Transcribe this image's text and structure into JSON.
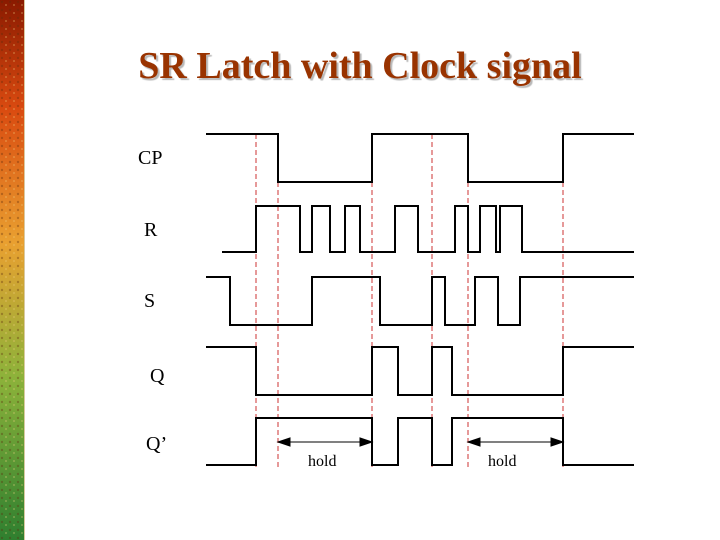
{
  "slide": {
    "title": "SR Latch with Clock signal",
    "accent_color": "#993300",
    "stripe_colors": [
      "#8a1a00",
      "#d94a10",
      "#e9a030",
      "#8cb23a",
      "#2f7f2f"
    ]
  },
  "diagram": {
    "signals": [
      {
        "name": "CP"
      },
      {
        "name": "R"
      },
      {
        "name": "S"
      },
      {
        "name": "Q"
      },
      {
        "name": "Q’"
      }
    ],
    "annotations": [
      "hold",
      "hold"
    ],
    "line_color": "#000000",
    "marker_color": "#cc3333"
  }
}
